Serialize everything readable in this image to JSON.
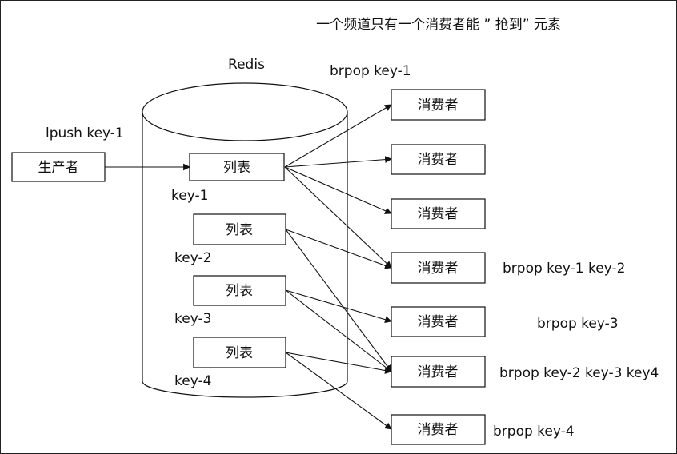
{
  "title": "一个频道只有一个消费者能 ” 抢到” 元素",
  "redis": {
    "label": "Redis"
  },
  "producer": {
    "label": "生产者",
    "command": "lpush key-1"
  },
  "lists": [
    {
      "label": "列表",
      "key": "key-1"
    },
    {
      "label": "列表",
      "key": "key-2"
    },
    {
      "label": "列表",
      "key": "key-3"
    },
    {
      "label": "列表",
      "key": "key-4"
    }
  ],
  "consumers": [
    {
      "label": "消费者",
      "command": "brpop key-1"
    },
    {
      "label": "消费者",
      "command": ""
    },
    {
      "label": "消费者",
      "command": ""
    },
    {
      "label": "消费者",
      "command": "brpop key-1 key-2"
    },
    {
      "label": "消费者",
      "command": "brpop key-3"
    },
    {
      "label": "消费者",
      "command": "brpop key-2 key-3 key4"
    },
    {
      "label": "消费者",
      "command": "brpop key-4"
    }
  ],
  "connections": [
    {
      "from": "producer",
      "to": "list-1"
    },
    {
      "from": "list-1",
      "to": "consumer-1"
    },
    {
      "from": "list-1",
      "to": "consumer-2"
    },
    {
      "from": "list-1",
      "to": "consumer-3"
    },
    {
      "from": "list-1",
      "to": "consumer-4"
    },
    {
      "from": "list-2",
      "to": "consumer-4"
    },
    {
      "from": "list-2",
      "to": "consumer-6"
    },
    {
      "from": "list-3",
      "to": "consumer-5"
    },
    {
      "from": "list-3",
      "to": "consumer-6"
    },
    {
      "from": "list-4",
      "to": "consumer-6"
    },
    {
      "from": "list-4",
      "to": "consumer-7"
    }
  ]
}
